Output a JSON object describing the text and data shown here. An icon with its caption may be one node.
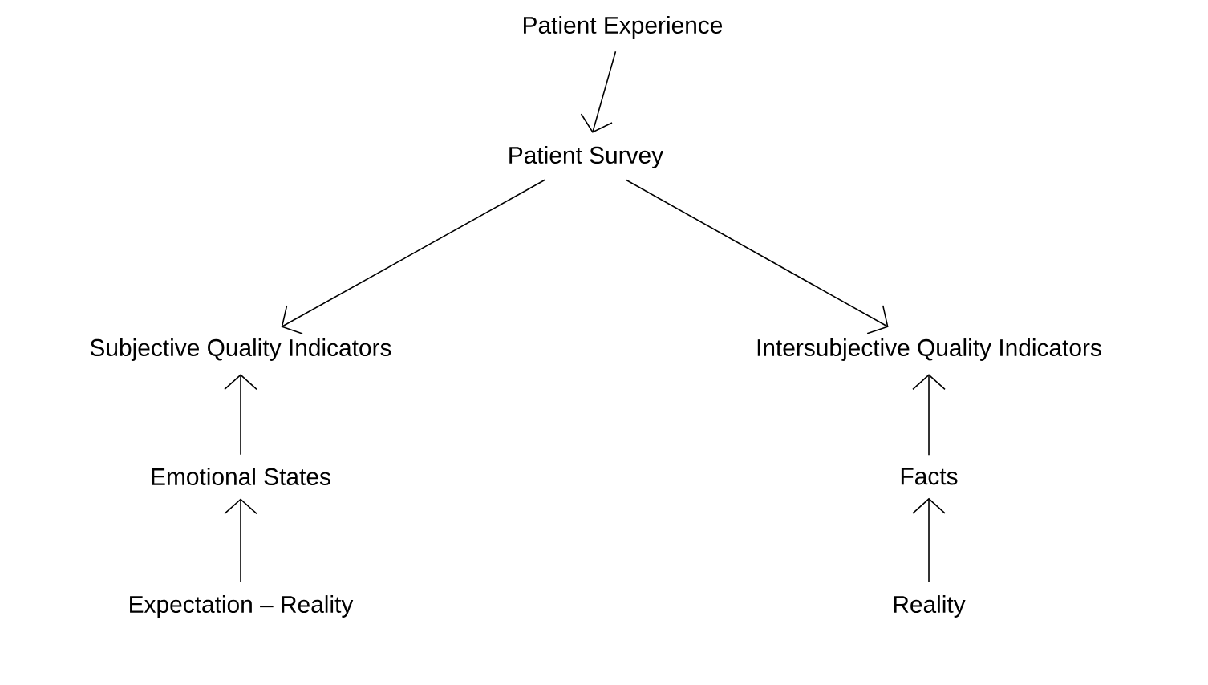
{
  "diagram": {
    "nodes": [
      {
        "text": [
          "Patient Experience"
        ]
      },
      {
        "text": [
          "Patient Survey"
        ]
      },
      {
        "text": [
          "Subjective Quality Indicators"
        ]
      },
      {
        "text": [
          "Intersubjective Quality Indicators"
        ]
      },
      {
        "text": [
          "Emotional States"
        ]
      },
      {
        "text": [
          "Facts"
        ]
      },
      {
        "text": [
          "Expectation – Reality"
        ]
      },
      {
        "text": [
          "Reality"
        ]
      }
    ],
    "edges": [
      {
        "from": 0,
        "to": 1,
        "arrow": "to"
      },
      {
        "from": 1,
        "to": 2,
        "arrow": "to"
      },
      {
        "from": 1,
        "to": 3,
        "arrow": "to"
      },
      {
        "from": 4,
        "to": 2,
        "arrow": "to"
      },
      {
        "from": 6,
        "to": 4,
        "arrow": "to"
      },
      {
        "from": 5,
        "to": 3,
        "arrow": "to"
      },
      {
        "from": 7,
        "to": 5,
        "arrow": "to"
      }
    ]
  }
}
